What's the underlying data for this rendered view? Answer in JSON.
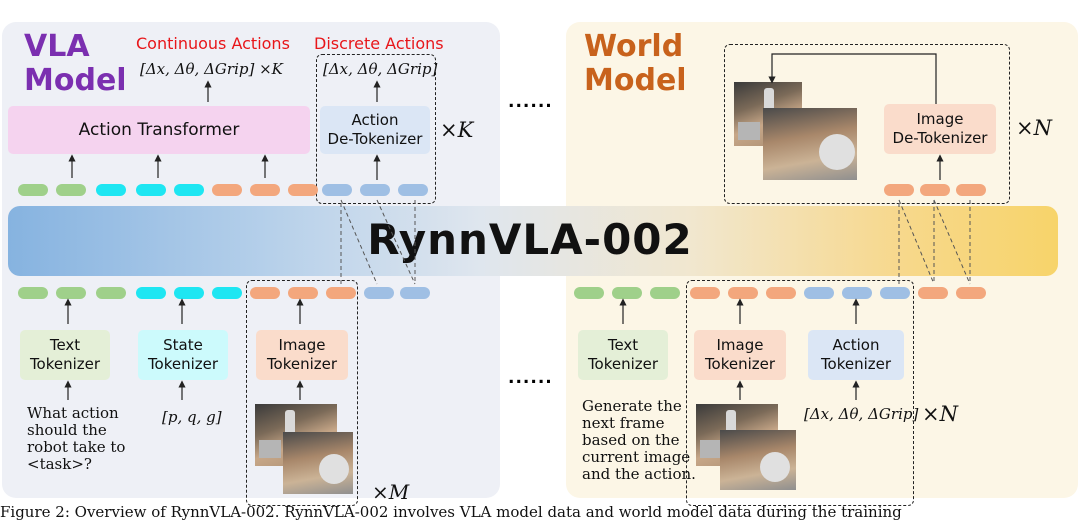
{
  "vla": {
    "title": "VLA\nModel",
    "continuous_label": "Continuous Actions",
    "discrete_label": "Discrete Actions",
    "continuous_vector": "[Δx, Δθ, ΔGrip] ×K",
    "discrete_vector": "[Δx, Δθ, ΔGrip]",
    "action_transformer": "Action Transformer",
    "action_detokenizer": "Action\nDe-Tokenizer",
    "times_k": "×K",
    "text_tokenizer": "Text\nTokenizer",
    "state_tokenizer": "State\nTokenizer",
    "image_tokenizer": "Image\nTokenizer",
    "text_input": "What action\nshould the\nrobot take to\n<task>?",
    "state_input": "[p, q, g]",
    "times_m": "×M"
  },
  "world": {
    "title": "World\nModel",
    "image_detokenizer": "Image\nDe-Tokenizer",
    "times_n_top": "×N",
    "text_tokenizer": "Text\nTokenizer",
    "image_tokenizer": "Image\nTokenizer",
    "action_tokenizer": "Action\nTokenizer",
    "text_input": "Generate the\nnext frame\nbased on the\ncurrent image\nand the action.",
    "action_input": "[Δx, Δθ, ΔGrip]",
    "times_n_bottom": "×N"
  },
  "center": {
    "banner": "RynnVLA-002",
    "ellipsis_top": "......",
    "ellipsis_bottom": "......"
  },
  "caption": "Figure 2: Overview of RynnVLA-002. RynnVLA-002 involves VLA model data and world model data during the training",
  "colors": {
    "vla_bg": "#eef0f6",
    "world_bg": "#fcf6e6",
    "vla_title": "#7b2fb0",
    "world_title": "#c8621c",
    "green_pill": "#9fd08a",
    "cyan_pill": "#1ee6f2",
    "orange_pill": "#f3a77d",
    "blue_pill": "#9fbfe4"
  }
}
